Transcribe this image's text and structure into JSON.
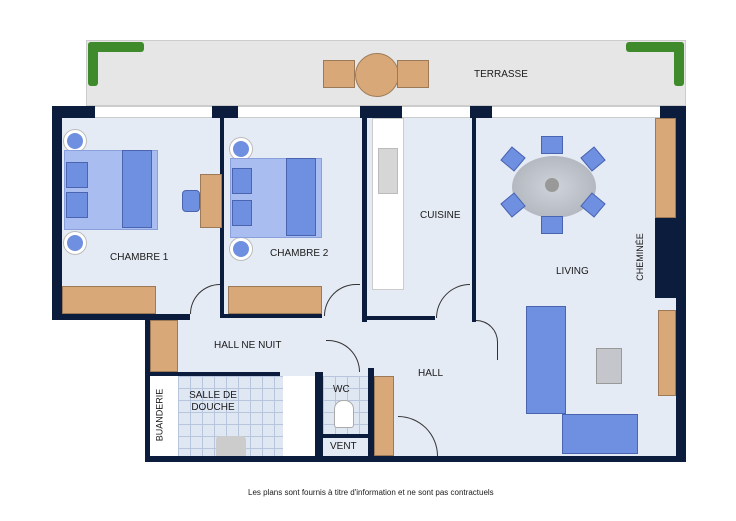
{
  "rooms": {
    "terrasse": "TERRASSE",
    "chambre1": "CHAMBRE 1",
    "chambre2": "CHAMBRE 2",
    "cuisine": "CUISINE",
    "living": "LIVING",
    "cheminee": "CHEMINÉE",
    "hall_nuit": "HALL NE NUIT",
    "hall": "HALL",
    "salle_douche": "SALLE DE DOUCHE",
    "wc": "WC",
    "vent": "VENT",
    "buanderie": "BUANDERIE"
  },
  "disclaimer": "Les plans sont fournis à titre d'information et ne sont pas contractuels",
  "colors": {
    "wall": "#0b1c3d",
    "floor": "#e5ebf5",
    "furniture_blue": "#6f8fe0",
    "wood": "#d9a878"
  }
}
